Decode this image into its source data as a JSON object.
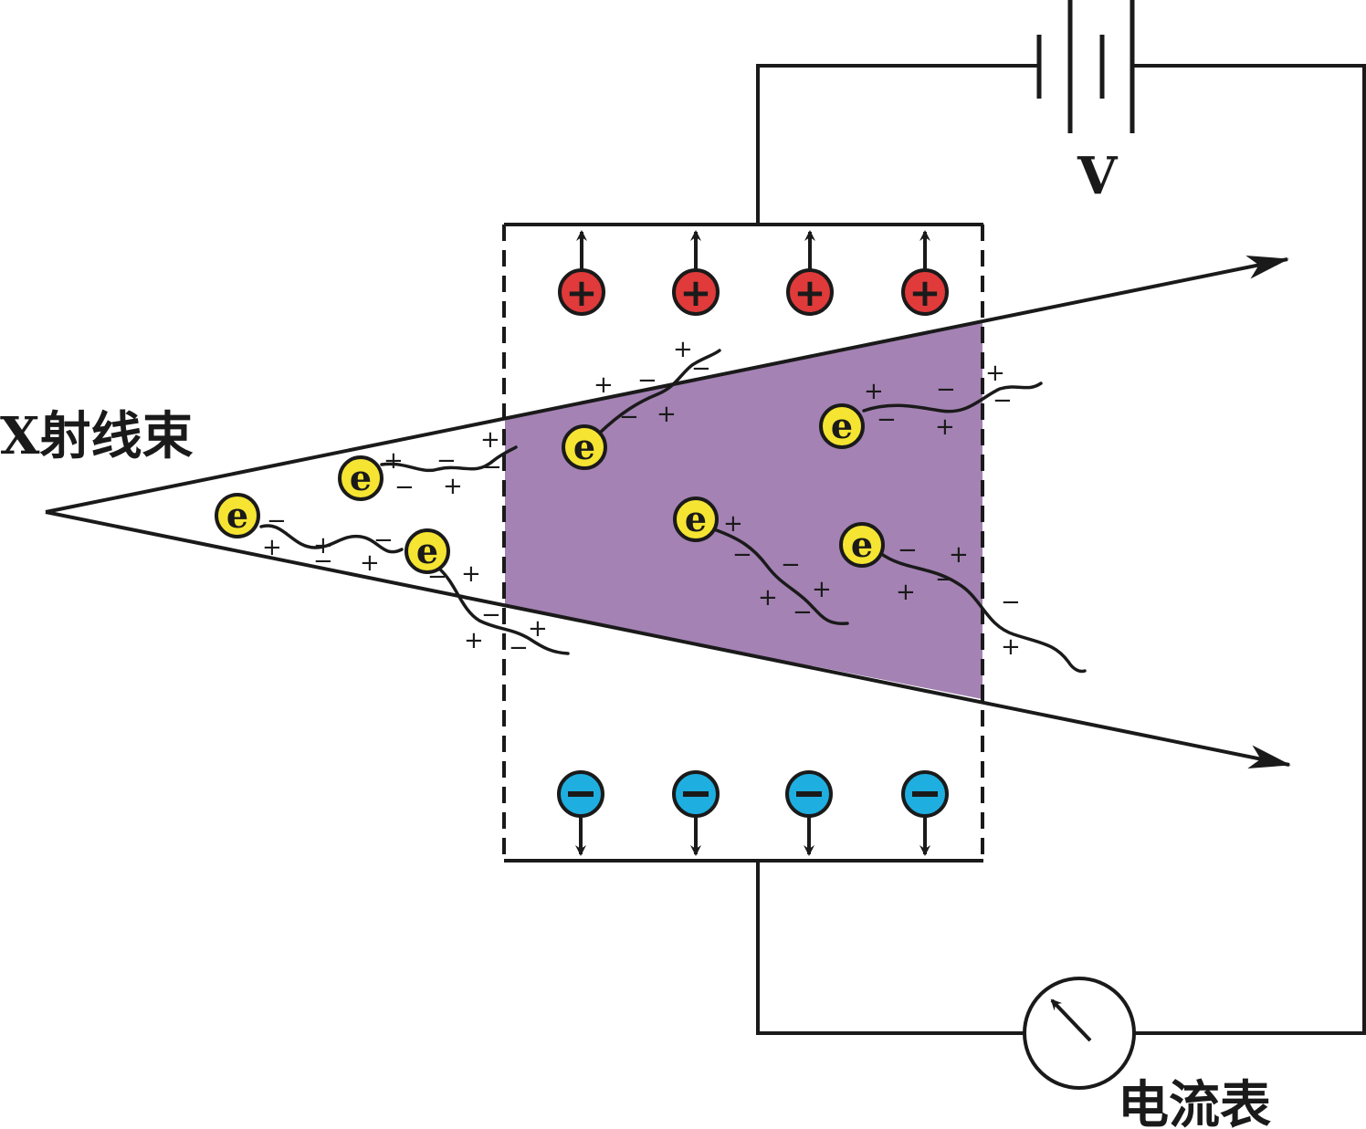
{
  "labels": {
    "xray_beam": "X射线束",
    "voltage": "V",
    "ammeter": "电流表"
  },
  "symbols": {
    "electron": "e",
    "plus": "+",
    "minus": "−"
  },
  "colors": {
    "ionized_region": "#a482b3",
    "positive_ion": "#e03a3a",
    "negative_ion": "#1faee0",
    "electron": "#f5e432",
    "line": "#1a1a1a"
  }
}
